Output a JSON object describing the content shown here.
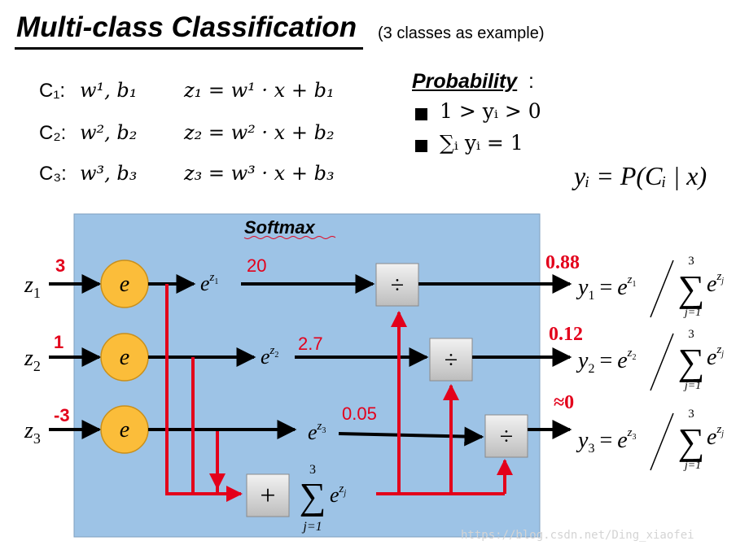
{
  "header": {
    "title": "Multi-class Classification",
    "subtitle": "(3 classes as example)"
  },
  "classes": [
    {
      "label": "C₁:",
      "params": "w¹, b₁",
      "formula": "z₁ = w¹ · x + b₁"
    },
    {
      "label": "C₂:",
      "params": "w², b₂",
      "formula": "z₂ = w² · x + b₂"
    },
    {
      "label": "C₃:",
      "params": "w³, b₃",
      "formula": "z₃ = w³ · x + b₃"
    }
  ],
  "probability": {
    "title": "Probability",
    "colon": ":",
    "rules": [
      "1 > yᵢ > 0",
      "∑ᵢ yᵢ = 1"
    ],
    "posterior": "yᵢ = P(Cᵢ | x)"
  },
  "softmax": {
    "label": "Softmax",
    "exp_node_symbol": "e",
    "divide_symbol": "÷",
    "sum_symbol": "+",
    "sum_expr": {
      "sigma": "∑",
      "upper": "3",
      "lower": "j=1",
      "base": "e",
      "exp": "z",
      "exp_sub": "j"
    },
    "inputs": [
      {
        "name": "z",
        "sub": "1",
        "value": "3"
      },
      {
        "name": "z",
        "sub": "2",
        "value": "1"
      },
      {
        "name": "z",
        "sub": "3",
        "value": "-3"
      }
    ],
    "exponentials": [
      {
        "base": "e",
        "exp": "z",
        "exp_sub": "1",
        "value": "20"
      },
      {
        "base": "e",
        "exp": "z",
        "exp_sub": "2",
        "value": "2.7"
      },
      {
        "base": "e",
        "exp": "z",
        "exp_sub": "3",
        "value": "0.05"
      }
    ],
    "outputs": [
      {
        "name": "y",
        "sub": "1",
        "value": "0.88",
        "num_exp_sub": "1"
      },
      {
        "name": "y",
        "sub": "2",
        "value": "0.12",
        "num_exp_sub": "2"
      },
      {
        "name": "y",
        "sub": "3",
        "value": "≈0",
        "num_exp_sub": "3"
      }
    ],
    "output_formula": {
      "equals": "=",
      "base": "e",
      "exp": "z",
      "sigma": "∑",
      "upper": "3",
      "lower": "j=1",
      "den_exp_sub": "j"
    }
  },
  "watermark": "https://blog.csdn.net/Ding_xiaofei",
  "colors": {
    "box": "#9dc3e6",
    "node": "#fbbd3a",
    "red": "#e3001b",
    "op_box": "#d0d0d0"
  }
}
